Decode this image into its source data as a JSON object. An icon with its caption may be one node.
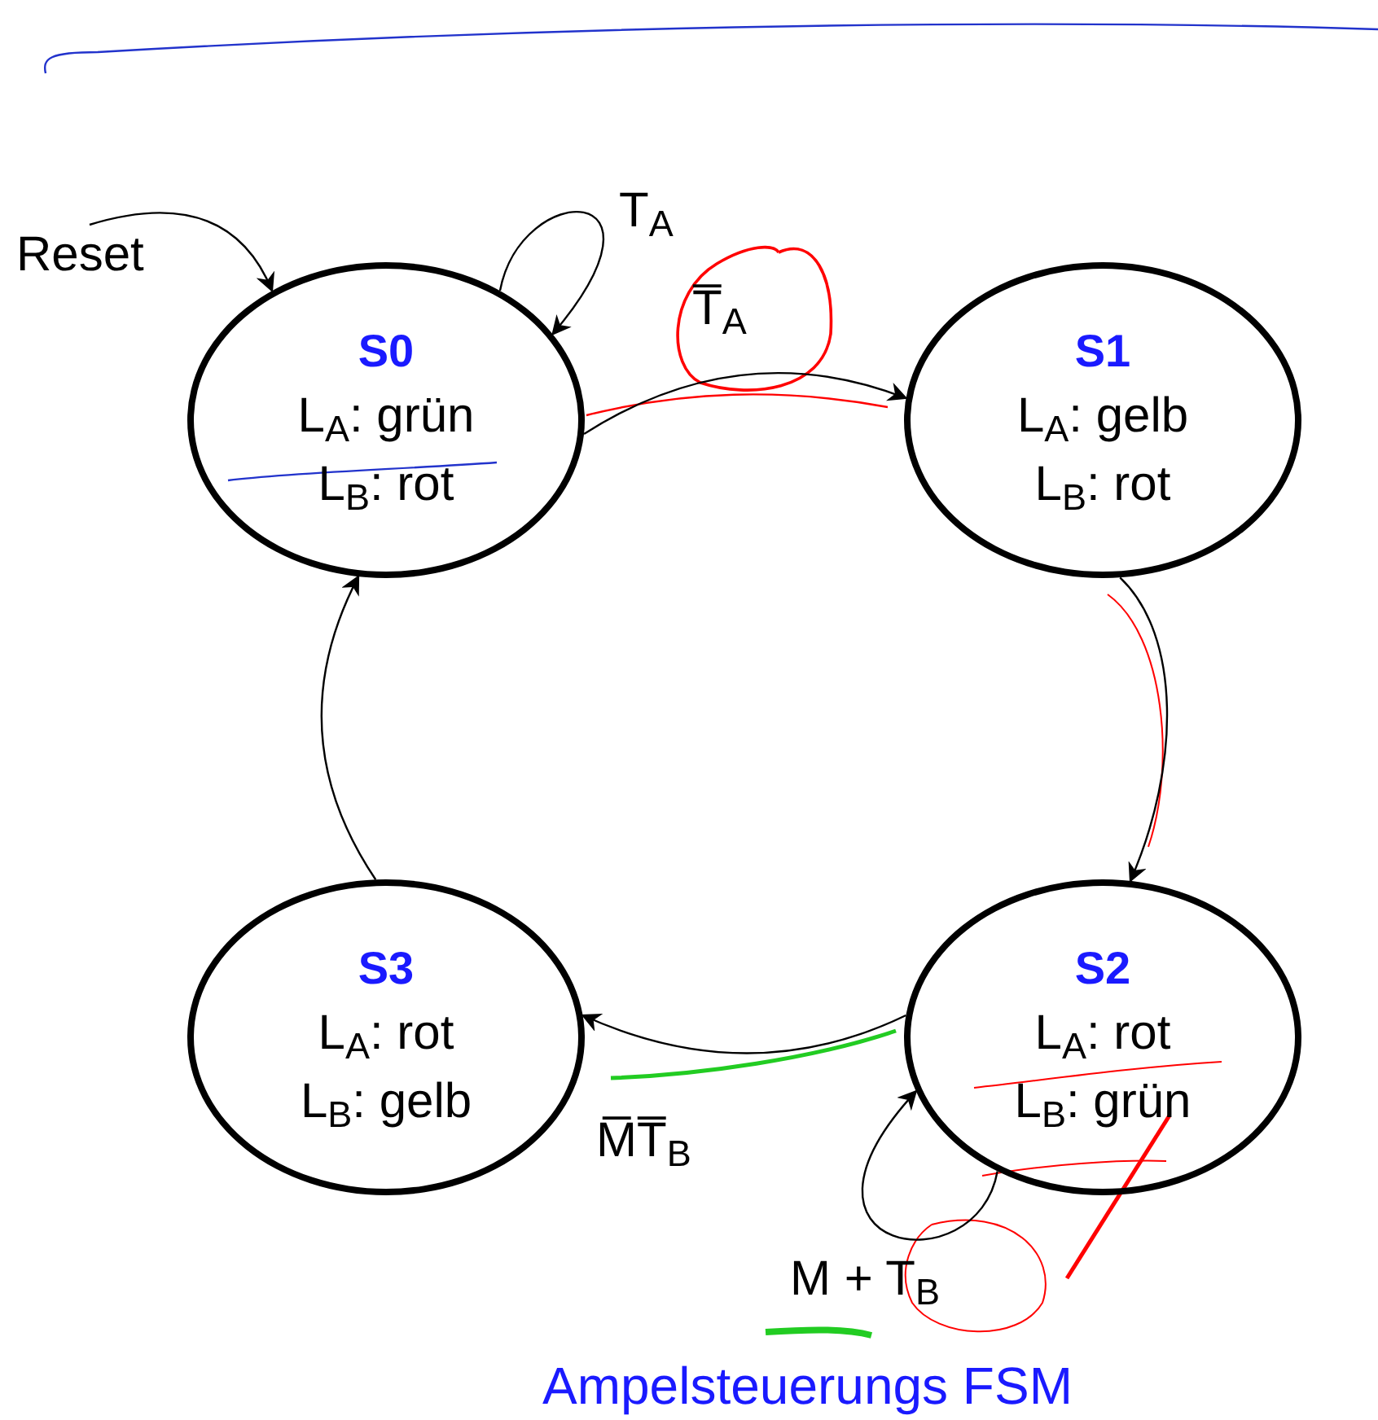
{
  "diagram": {
    "caption": "Ampelsteuerungs FSM",
    "nodes": [
      {
        "text": [
          "Reset"
        ]
      },
      {
        "text": [
          "S0",
          "L$_{A}$: grün",
          "L$_{B}$: rot"
        ]
      },
      {
        "text": [
          "S1",
          "L$_{A}$: gelb",
          "L$_{B}$: rot"
        ]
      },
      {
        "text": [
          "S2",
          "L$_{A}$: rot",
          "L$_{B}$: grün"
        ]
      },
      {
        "text": [
          "S3",
          "L$_{A}$: rot",
          "L$_{B}$: gelb"
        ]
      }
    ],
    "edges": [
      {
        "from": 0,
        "to": 1,
        "arrow": "to"
      },
      {
        "from": 1,
        "to": 1,
        "arrow": "to",
        "label": "T$_{A}$"
      },
      {
        "from": 1,
        "to": 2,
        "arrow": "to",
        "label": "T̅$_{A}$"
      },
      {
        "from": 2,
        "to": 3,
        "arrow": "to"
      },
      {
        "from": 3,
        "to": 3,
        "arrow": "to",
        "label": "M + T$_{B}$"
      },
      {
        "from": 3,
        "to": 4,
        "arrow": "to",
        "label": "M̅T̅$_{B}$"
      },
      {
        "from": 4,
        "to": 1,
        "arrow": "to"
      }
    ]
  }
}
